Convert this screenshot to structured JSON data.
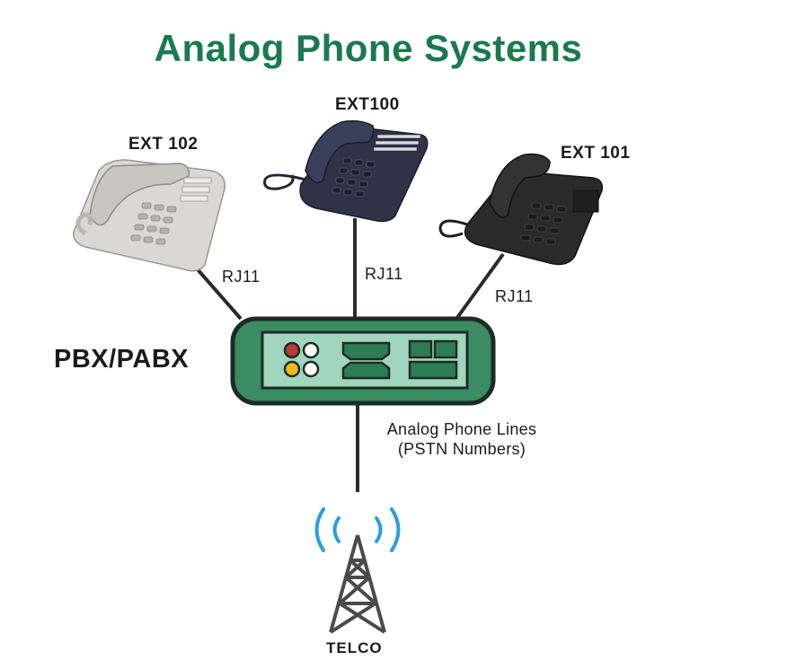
{
  "title": "Analog Phone Systems",
  "phones": {
    "ext102": {
      "label": "EXT 102",
      "color": "#d9d8d2"
    },
    "ext100": {
      "label": "EXT100",
      "color": "#2e3346"
    },
    "ext101": {
      "label": "EXT 101",
      "color": "#2a2a2a"
    }
  },
  "connections": {
    "left": "RJ11",
    "middle": "RJ11",
    "right": "RJ11"
  },
  "pbx": {
    "label": "PBX/PABX",
    "colors": {
      "body": "#3b8b63",
      "border": "#1d2b23",
      "panel": "#9fd6bd"
    }
  },
  "trunk": {
    "line1": "Analog Phone Lines",
    "line2": "(PSTN Numbers)"
  },
  "telco": {
    "label": "TELCO",
    "icon": "radio-tower-icon",
    "signal_color": "#2a9fe0"
  },
  "colors": {
    "title": "#1a7a4e",
    "wire": "#2b2b2b"
  }
}
